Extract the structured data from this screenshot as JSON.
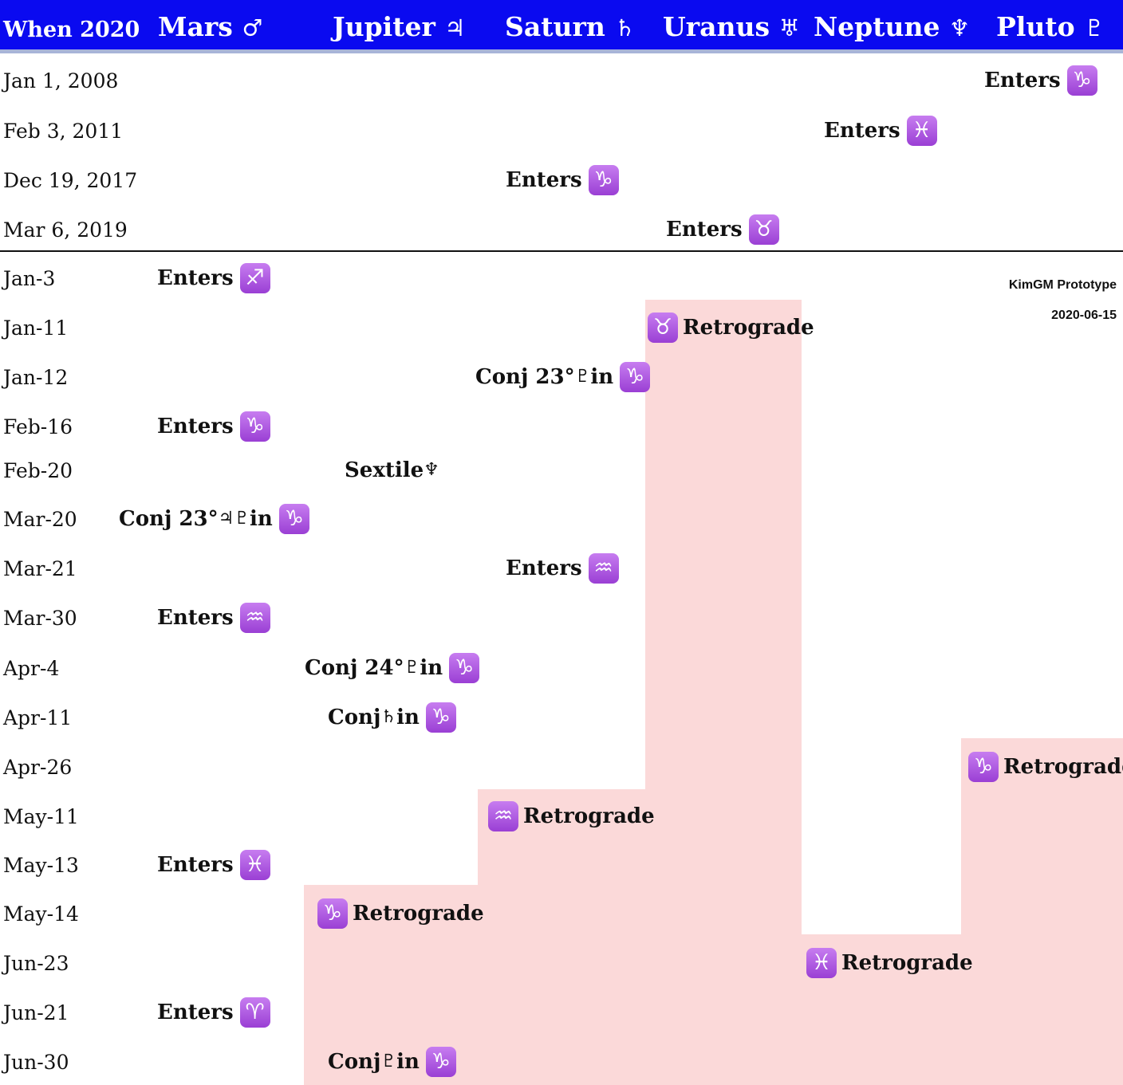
{
  "header": {
    "when": "When 2020",
    "mars": {
      "name": "Mars",
      "symbol": "♂"
    },
    "jupiter": {
      "name": "Jupiter",
      "symbol": "♃"
    },
    "saturn": {
      "name": "Saturn",
      "symbol": "♄"
    },
    "uranus": {
      "name": "Uranus",
      "symbol": "♅"
    },
    "neptune": {
      "name": "Neptune",
      "symbol": "♆"
    },
    "pluto": {
      "name": "Pluto",
      "symbol": "♇"
    }
  },
  "colors": {
    "header_bg": "#0a0af0",
    "retrograde_bg": "#fbd9d9",
    "zodiac_badge": "#a64ed8"
  },
  "note": {
    "title": "KimGM Prototype",
    "date": "2020-06-15"
  },
  "rows": [
    {
      "date": "Jan 1, 2008",
      "events": [
        {
          "col": "pluto",
          "pre": "Enters",
          "sign": "♑"
        }
      ]
    },
    {
      "date": "Feb 3, 2011",
      "events": [
        {
          "col": "neptune",
          "pre": "Enters",
          "sign": "♓"
        }
      ]
    },
    {
      "date": "Dec 19, 2017",
      "events": [
        {
          "col": "saturn",
          "pre": "Enters",
          "sign": "♑"
        }
      ]
    },
    {
      "date": "Mar 6, 2019",
      "events": [
        {
          "col": "uranus",
          "pre": "Enters",
          "sign": "♉"
        }
      ]
    },
    {
      "date": "Jan-3",
      "events": [
        {
          "col": "mars",
          "pre": "Enters",
          "sign": "♐"
        }
      ]
    },
    {
      "date": "Jan-11",
      "events": [
        {
          "col": "uranus",
          "lead": "♉",
          "post": "Retrograde"
        }
      ]
    },
    {
      "date": "Jan-12",
      "events": [
        {
          "col": "saturn",
          "pre": "Conj 23° ",
          "glyph": "♇",
          "pre2": " in",
          "sign": "♑"
        }
      ]
    },
    {
      "date": "Feb-16",
      "events": [
        {
          "col": "mars",
          "pre": "Enters",
          "sign": "♑"
        }
      ]
    },
    {
      "date": "Feb-20",
      "events": [
        {
          "col": "jupiter",
          "pre": "Sextile ",
          "glyph": "♆"
        }
      ]
    },
    {
      "date": "Mar-20",
      "events": [
        {
          "col": "mars",
          "pre": "Conj 23° ",
          "glyph": "♃♇",
          "pre2": " in",
          "sign": "♑"
        }
      ]
    },
    {
      "date": "Mar-21",
      "events": [
        {
          "col": "saturn",
          "pre": "Enters",
          "sign": "♒"
        }
      ]
    },
    {
      "date": "Mar-30",
      "events": [
        {
          "col": "mars",
          "pre": "Enters",
          "sign": "♒"
        }
      ]
    },
    {
      "date": "Apr-4",
      "events": [
        {
          "col": "jupiter",
          "pre": "Conj 24° ",
          "glyph": "♇",
          "pre2": " in",
          "sign": "♑"
        }
      ]
    },
    {
      "date": "Apr-11",
      "events": [
        {
          "col": "jupiter",
          "pre": "Conj ",
          "glyph": "♄",
          "pre2": " in",
          "sign": "♑"
        }
      ]
    },
    {
      "date": "Apr-26",
      "events": [
        {
          "col": "pluto",
          "lead": "♑",
          "post": "Retrograde"
        }
      ]
    },
    {
      "date": "May-11",
      "events": [
        {
          "col": "saturn",
          "lead": "♒",
          "post": "Retrograde"
        }
      ]
    },
    {
      "date": "May-13",
      "events": [
        {
          "col": "mars",
          "pre": "Enters",
          "sign": "♓"
        }
      ]
    },
    {
      "date": "May-14",
      "events": [
        {
          "col": "jupiter",
          "lead": "♑",
          "post": "Retrograde"
        }
      ]
    },
    {
      "date": "Jun-23",
      "events": [
        {
          "col": "neptune",
          "lead": "♓",
          "post": "Retrograde"
        }
      ]
    },
    {
      "date": "Jun-21",
      "events": [
        {
          "col": "mars",
          "pre": "Enters",
          "sign": "♈"
        }
      ]
    },
    {
      "date": "Jun-30",
      "events": [
        {
          "col": "jupiter",
          "pre": "Conj ",
          "glyph": "♇",
          "pre2": " in",
          "sign": "♑"
        }
      ]
    }
  ]
}
